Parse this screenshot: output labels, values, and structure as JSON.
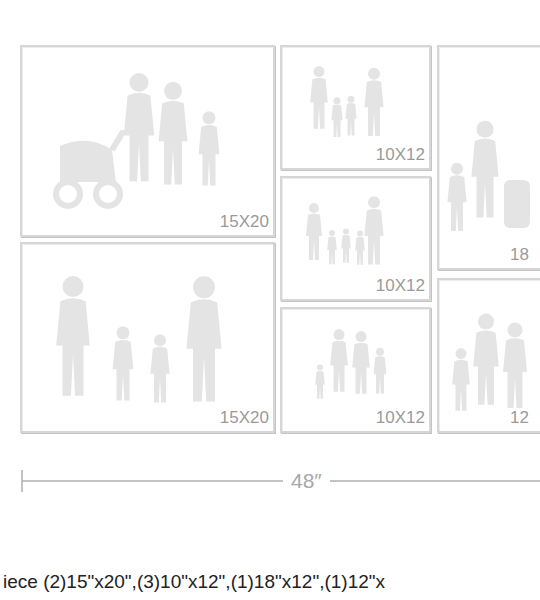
{
  "diagram": {
    "caption": "iece (2)15\"x20\",(3)10\"x12\",(1)18\"x12\",(1)12\"x",
    "nodes": [
      {
        "text": [
          "15X20"
        ]
      },
      {
        "text": [
          "15X20"
        ]
      },
      {
        "text": [
          "10X12"
        ]
      },
      {
        "text": [
          "10X12"
        ]
      },
      {
        "text": [
          "10X12"
        ]
      },
      {
        "text": [
          "18"
        ]
      },
      {
        "text": [
          "12"
        ]
      }
    ],
    "labels": [
      "48″"
    ]
  }
}
